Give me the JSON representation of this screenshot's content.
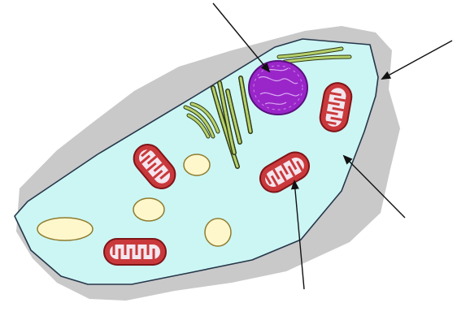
{
  "diagram": {
    "subject": "",
    "labels": [],
    "colors": {
      "background": "#ffffff",
      "cell_wall_shadow": "#c8c8c8",
      "cytoplasm": "#ccf6f4",
      "membrane_stroke": "#26364a",
      "nucleus": "#9a26c9",
      "nucleus_stroke": "#5a1080",
      "mitochondrion_fill": "#c9393b",
      "mitochondrion_stroke": "#7f1418",
      "mitochondrion_inner": "#f3e6ee",
      "vacuole": "#fff7cc",
      "vacuole_stroke": "#8f7c2e",
      "er_green": "#b6d16a",
      "er_stroke": "#303a18",
      "pointer_line": "#111111"
    },
    "parts": [
      "cell-membrane",
      "cytoplasm",
      "nucleus",
      "endoplasmic-reticulum",
      "golgi-apparatus",
      "mitochondria",
      "vacuoles"
    ],
    "pointers": [
      "nucleus-pointer",
      "membrane-pointer",
      "cytoplasm-pointer",
      "mitochondrion-pointer"
    ]
  }
}
